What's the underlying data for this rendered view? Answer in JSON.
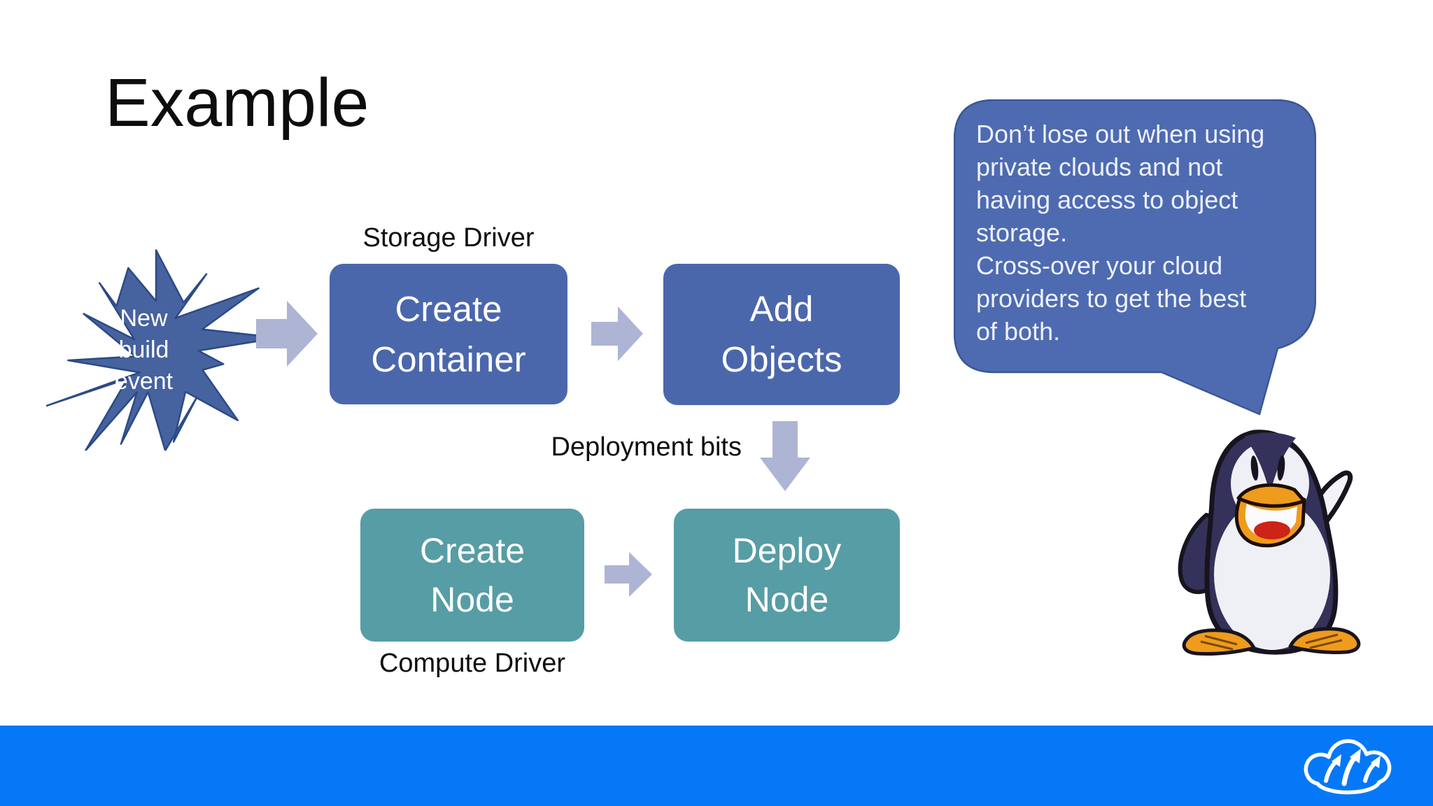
{
  "slide": {
    "title": "Example",
    "starburst": {
      "lines": [
        "New",
        "build",
        "event"
      ]
    },
    "steps": {
      "create_container": {
        "lines": [
          "Create",
          "Container"
        ]
      },
      "add_objects": {
        "lines": [
          "Add",
          "Objects"
        ]
      },
      "create_node": {
        "lines": [
          "Create",
          "Node"
        ]
      },
      "deploy_node": {
        "lines": [
          "Deploy",
          "Node"
        ]
      }
    },
    "annotations": {
      "storage_driver": "Storage Driver",
      "deployment_bits": "Deployment bits",
      "compute_driver": "Compute Driver"
    },
    "callout": {
      "lines": [
        "Don’t lose out when using",
        "private clouds and not",
        "having access to object",
        "storage.",
        "Cross-over your cloud",
        "providers to get the best",
        "of both."
      ]
    },
    "colors": {
      "ink": "#0d0d0d",
      "step_blue": "#4b67ac",
      "step_teal": "#579da5",
      "step_text": "#ffffff",
      "arrow": "#aeb4d4",
      "starburst": "#46629f",
      "starburst_border": "#2c4a85",
      "callout": "#4e6bb1",
      "callout_border": "#3a5694",
      "callout_text": "#edf1fa",
      "footer": "#0578f7"
    }
  }
}
